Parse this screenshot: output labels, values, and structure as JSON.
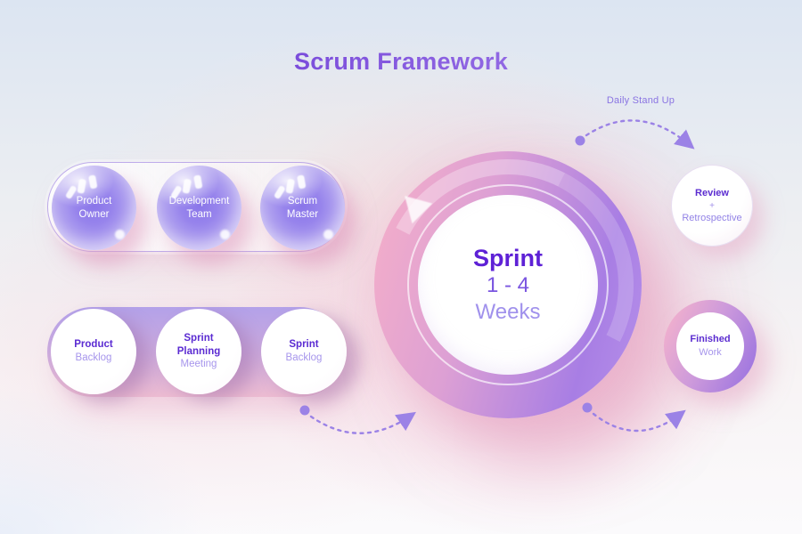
{
  "title": "Scrum Framework",
  "labels": {
    "daily_stand_up": "Daily Stand Up"
  },
  "roles_pill": {
    "items": [
      {
        "line1": "Product",
        "line2": "Owner"
      },
      {
        "line1": "Development",
        "line2": "Team"
      },
      {
        "line1": "Scrum",
        "line2": "Master"
      }
    ]
  },
  "artifacts_pill": {
    "items": [
      {
        "primary": "Product",
        "secondary": "Backlog"
      },
      {
        "primary": "Sprint Planning",
        "secondary": "Meeting"
      },
      {
        "primary": "Sprint",
        "secondary": "Backlog"
      }
    ]
  },
  "sprint_circle": {
    "line1": "Sprint",
    "line2": "1 - 4",
    "line3": "Weeks"
  },
  "review_circle": {
    "line1": "Review",
    "line2": "+",
    "line3": "Retrospective"
  },
  "finished_circle": {
    "line1": "Finished",
    "line2": "Work"
  },
  "colors": {
    "title_purple": "#7b4fdc",
    "dark_purple_text": "#5b2bd2",
    "light_purple_text": "#a796ec",
    "ring_pink": "#f2adca",
    "ring_purple": "#a87ee4",
    "arc_purple": "#9b82e6",
    "sphere_purple": "#8a76e9",
    "background_blue": "#dce5f2"
  }
}
